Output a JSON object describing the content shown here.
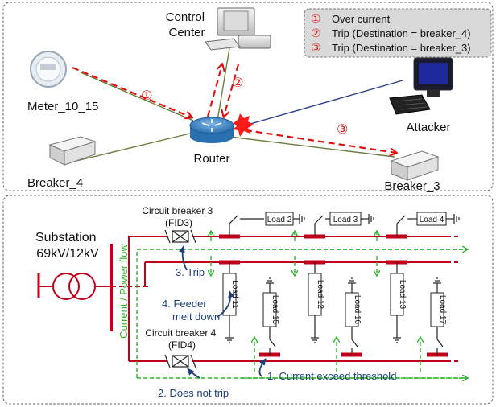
{
  "top_network": {
    "nodes": {
      "control_center": "Control\nCenter",
      "meter": "Meter_10_15",
      "router": "Router",
      "attacker": "Attacker",
      "breaker_4": "Breaker_4",
      "breaker_3": "Breaker_3"
    },
    "step_markers": [
      "①",
      "②",
      "③"
    ],
    "legend": [
      {
        "num": "①",
        "text": "Over current"
      },
      {
        "num": "②",
        "text": "Trip (Destination = breaker_4)"
      },
      {
        "num": "③",
        "text": "Trip (Destination = breaker_3)"
      }
    ]
  },
  "bottom_power": {
    "substation": {
      "line1": "Substation",
      "line2": "69kV/12kV"
    },
    "cb3": {
      "line1": "Circuit breaker 3",
      "line2": "(FID3)"
    },
    "cb4": {
      "line1": "Circuit breaker 4",
      "line2": "(FID4)"
    },
    "vertical_label": "Current / Power flow",
    "annotations": {
      "trip": "3. Trip",
      "feeder_line1": "4. Feeder",
      "feeder_line2": "melt down",
      "exceed": "1. Current exceed threshold",
      "no_trip": "2. Does not trip"
    },
    "top_loads": [
      "Load 2",
      "Load 3",
      "Load 4"
    ],
    "vertical_loads": [
      "Load 11",
      "Load 15",
      "Load 12",
      "Load 16",
      "Load 13",
      "Load 17"
    ]
  },
  "colors": {
    "power_line": "#c0001a",
    "flow_arrow": "#2db52d",
    "attack_arrow": "#e01010",
    "annotation": "#1f3f7a"
  }
}
